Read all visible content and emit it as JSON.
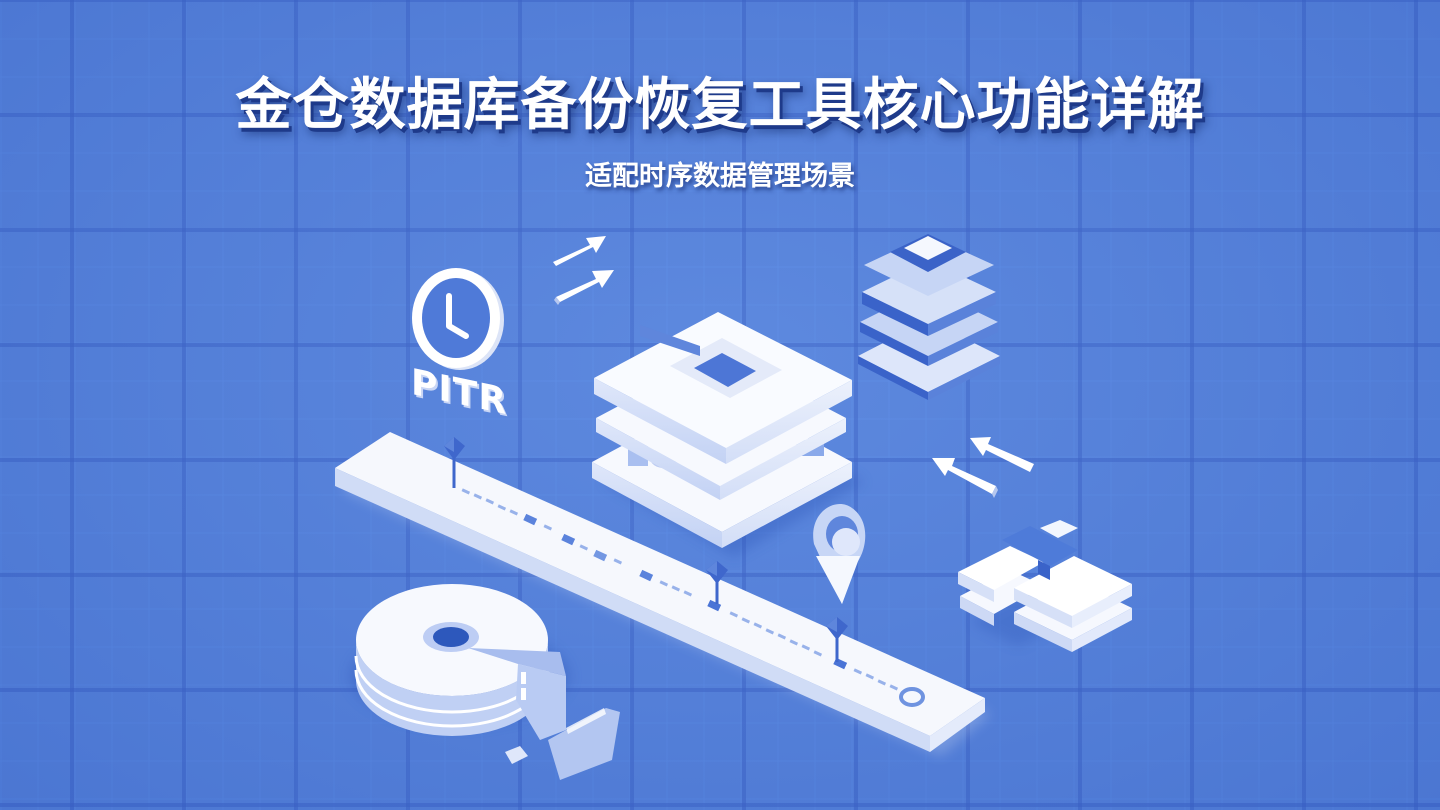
{
  "header": {
    "title": "金仓数据库备份恢复工具核心功能详解",
    "subtitle": "适配时序数据管理场景"
  },
  "illustration": {
    "pitr_label": "PITR",
    "elements": [
      "clock-icon",
      "timeline-bar",
      "timeline-markers",
      "database-server-stack",
      "layered-stack-icon",
      "location-pin-icon",
      "disk-storage-icon",
      "forward-arrows-icon",
      "backward-arrows-icon",
      "block-module-icon"
    ]
  },
  "colors": {
    "background": "#5583dd",
    "grid_major": "#4673d0",
    "shape_white": "#f5f7fc",
    "shape_light_blue": "#b7c9f2",
    "shape_accent": "#3d66cc",
    "title_shadow": "#1e3a8a"
  }
}
